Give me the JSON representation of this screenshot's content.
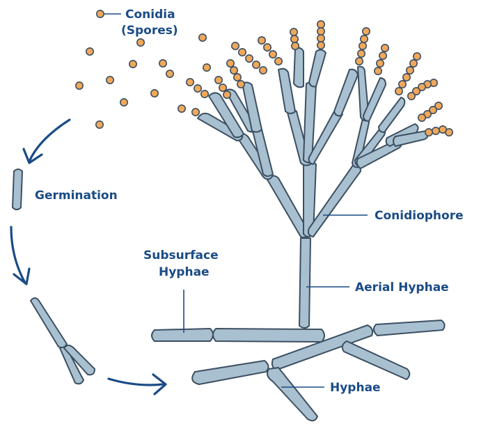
{
  "labels": {
    "conidia_line1": "Conidia",
    "conidia_line2": "(Spores)",
    "germination": "Germination",
    "conidiophore": "Conidiophore",
    "subsurface_line1": "Subsurface",
    "subsurface_line2": "Hyphae",
    "aerial_hyphae": "Aerial Hyphae",
    "hyphae": "Hyphae"
  },
  "colors": {
    "hypha_fill": "#a8c0cf",
    "hypha_stroke": "#3c4f62",
    "spore_fill": "#f0a85a",
    "spore_stroke": "#3c4f62",
    "label_text": "#1a4b86",
    "arrow": "#1a4b86",
    "leader_line": "#1a4b86"
  }
}
